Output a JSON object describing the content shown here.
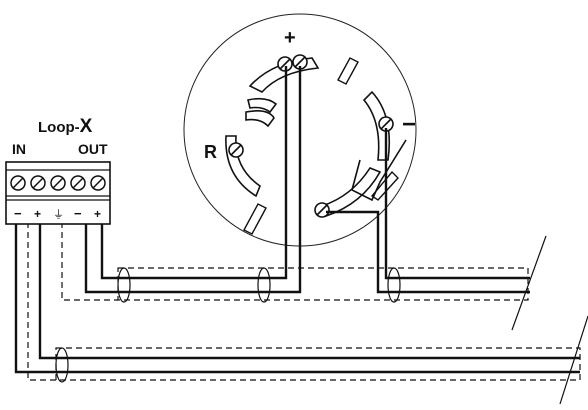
{
  "terminal_block": {
    "title_prefix": "Loop-",
    "title_suffix": "X",
    "in_label": "IN",
    "out_label": "OUT",
    "pin_labels": [
      "−",
      "+",
      "⏚",
      "−",
      "+"
    ]
  },
  "detector_base": {
    "plus_label": "+",
    "minus_label": "−",
    "r_label": "R"
  }
}
